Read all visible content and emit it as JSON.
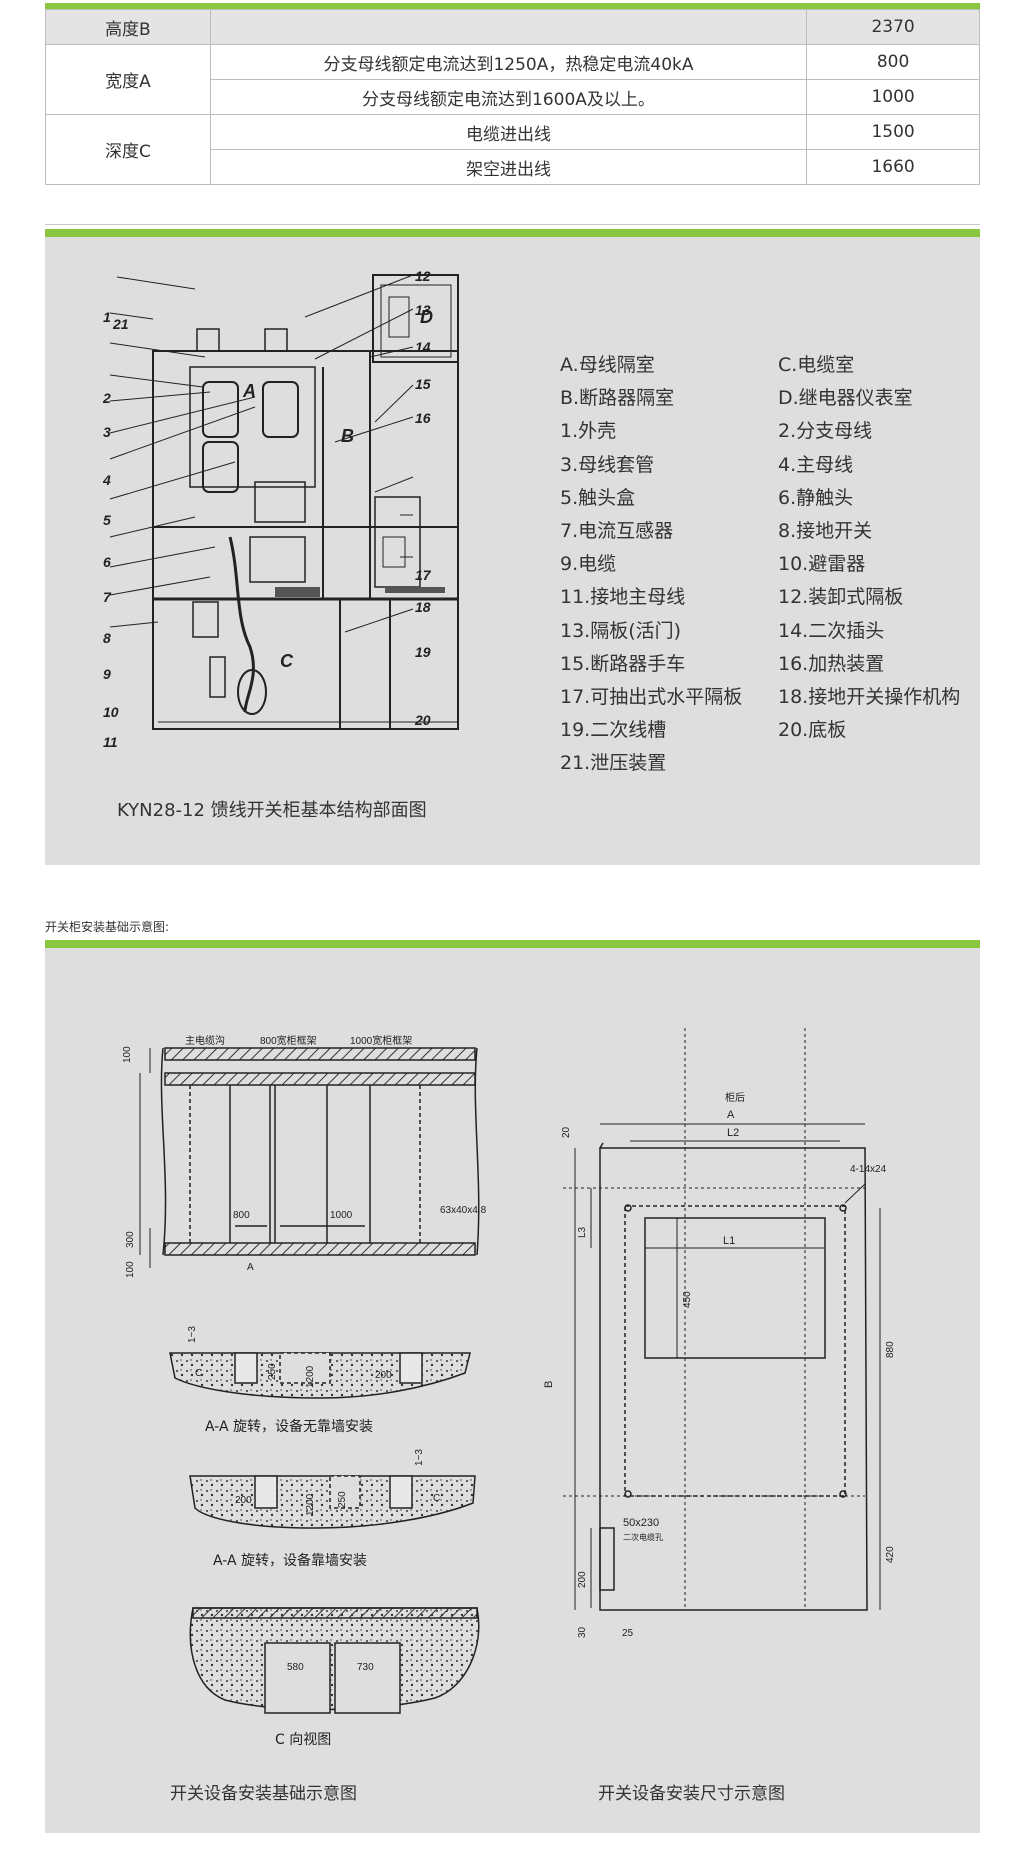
{
  "spec_table": {
    "rows": [
      {
        "label": "高度B",
        "desc": "",
        "value": "2370"
      },
      {
        "label": "宽度A",
        "desc": "分支母线额定电流达到1250A，热稳定电流40kA",
        "value": "800"
      },
      {
        "label": "",
        "desc": "分支母线额定电流达到1600A及以上。",
        "value": "1000"
      },
      {
        "label": "深度C",
        "desc": "电缆进出线",
        "value": "1500"
      },
      {
        "label": "",
        "desc": "架空进出线",
        "value": "1660"
      }
    ]
  },
  "structure": {
    "caption": "KYN28-12 馈线开关柜基本结构部面图",
    "diagram_labels": {
      "a": "A",
      "b": "B",
      "c": "C",
      "d": "D"
    },
    "callouts": [
      "1",
      "2",
      "3",
      "4",
      "5",
      "6",
      "7",
      "8",
      "9",
      "10",
      "11",
      "12",
      "13",
      "14",
      "15",
      "16",
      "17",
      "18",
      "19",
      "20",
      "21"
    ],
    "legend_left": [
      "A.母线隔室",
      "B.断路器隔室",
      "1.外壳",
      "3.母线套管",
      "5.触头盒",
      "7.电流互感器",
      "9.电缆",
      "11.接地主母线",
      "13.隔板(活门)",
      "15.断路器手车",
      "17.可抽出式水平隔板",
      "19.二次线槽",
      "21.泄压装置"
    ],
    "legend_right": [
      "C.电缆室",
      "D.继电器仪表室",
      "2.分支母线",
      "4.主母线",
      "6.静触头",
      "8.接地开关",
      "10.避雷器",
      "12.装卸式隔板",
      "14.二次插头",
      "16.加热装置",
      "18.接地开关操作机构",
      "20.底板"
    ]
  },
  "install": {
    "heading": "开关柜安装基础示意图:",
    "plan": {
      "label_main": "主电缆沟",
      "label_800": "800宽柜框架",
      "label_1000": "1000宽柜框架",
      "label_steel": "63x40x4.8",
      "dim_100_top": "100",
      "dim_300": "300",
      "dim_100_bot": "100",
      "dim_800": "800",
      "dim_1000": "1000",
      "section_a": "A"
    },
    "section1": {
      "dim_13": "1~3",
      "dim_c": "C",
      "dim_250": "250",
      "dim_1200": "1200",
      "dim_200": "200",
      "caption": "A-A 旋转，设备无靠墙安装"
    },
    "section2": {
      "dim_13": "1~3",
      "dim_c": "C",
      "dim_250": "250",
      "dim_1200": "1200",
      "dim_200": "200",
      "caption": "A-A 旋转，设备靠墙安装"
    },
    "section3": {
      "dim_580": "580",
      "dim_730": "730",
      "caption": "C 向视图"
    },
    "dims": {
      "rear": "柜后",
      "a": "A",
      "l2": "L2",
      "l1": "L1",
      "d20": "20",
      "l3": "L3",
      "d450": "450",
      "d880": "880",
      "b": "B",
      "d420": "420",
      "d200": "200",
      "d30": "30",
      "d25": "25",
      "holes": "4-14x24",
      "slot": "50x230",
      "slot_note": "二次电缆孔"
    },
    "caption_left": "开关设备安装基础示意图",
    "caption_right": "开关设备安装尺寸示意图"
  }
}
